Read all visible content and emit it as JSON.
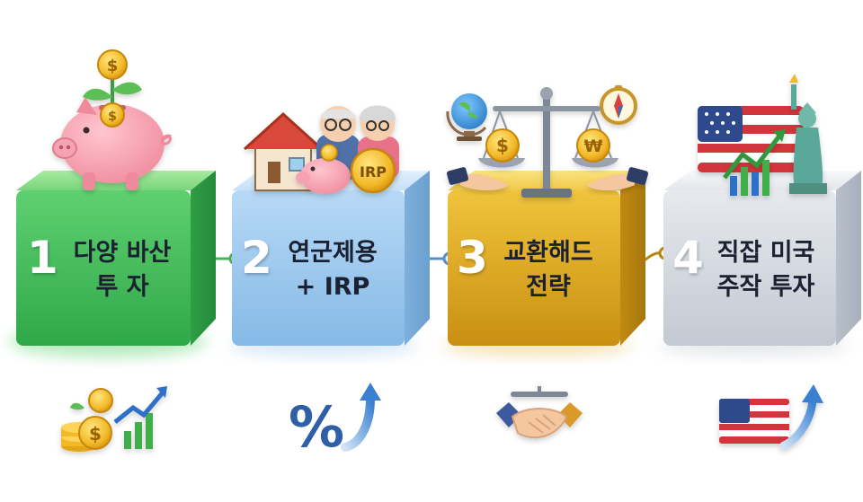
{
  "steps": [
    {
      "number": "1",
      "line1": "다양 바산",
      "line2": "투 자",
      "color": "#3fb857"
    },
    {
      "number": "2",
      "line1": "연군제용",
      "line2": "+ IRP",
      "color": "#8fc0ea"
    },
    {
      "number": "3",
      "line1": "교환해드",
      "line2": "전략",
      "color": "#d9a21e"
    },
    {
      "number": "4",
      "line1": "직잡 미국",
      "line2": "주작 투자",
      "color": "#d3d8e0"
    }
  ],
  "icons": {
    "coin_label_dollar": "$",
    "coin_label_won": "₩",
    "irp_badge": "IRP",
    "percent_sign": "%"
  }
}
